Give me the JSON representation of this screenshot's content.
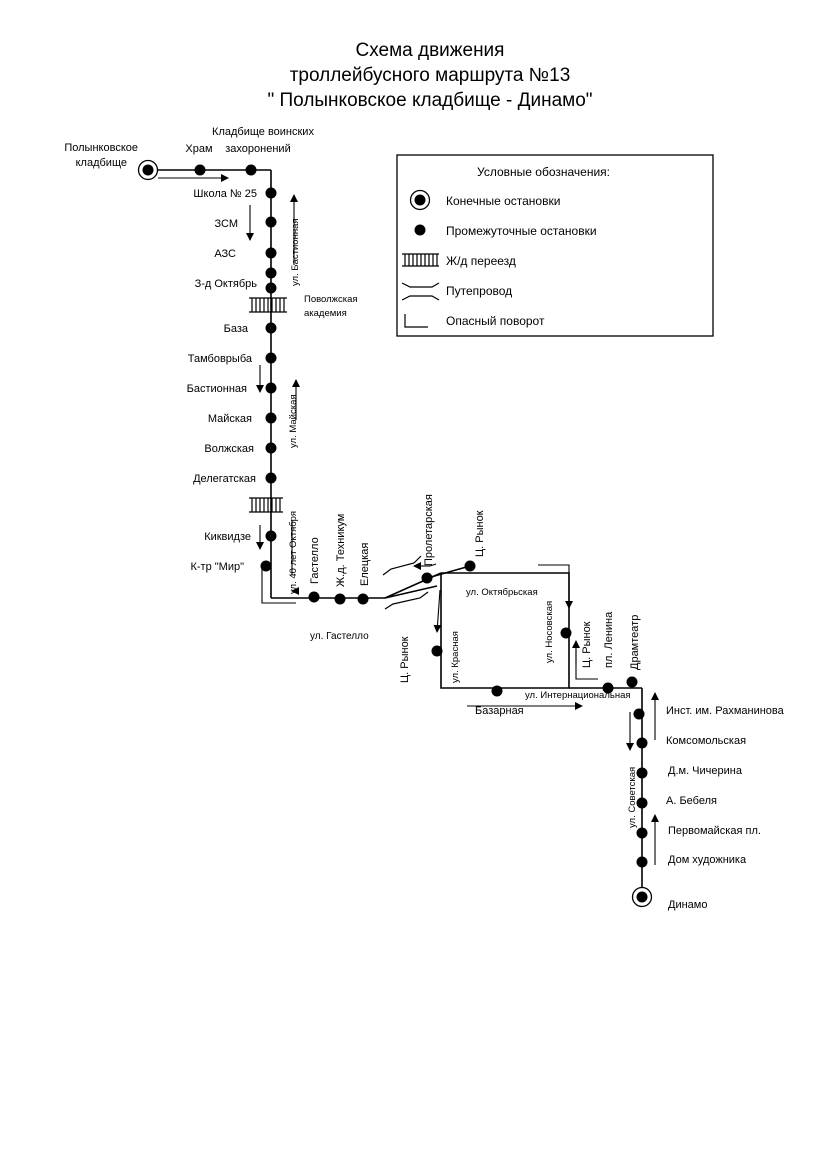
{
  "title": {
    "line1": "Схема движения",
    "line2": "троллейбусного маршрута №13",
    "line3": "\" Полынковское кладбище - Динамо\""
  },
  "legend": {
    "heading": "Условные обозначения:",
    "terminal": "Конечные остановки",
    "intermediate": "Промежуточные остановки",
    "railway": "Ж/д переезд",
    "overpass": "Путепровод",
    "danger_turn": "Опасный поворот"
  },
  "stops": {
    "polynkovskoe_1": "Полынковское",
    "polynkovskoe_2": "кладбище",
    "hram": "Храм",
    "kladbische_voin_1": "Кладбище воинских",
    "kladbische_voin_2": "захоронений",
    "shkola": "Школа № 25",
    "zsm": "ЗСМ",
    "azs": "АЗС",
    "z_d_oktyabr": "З-д Октябрь",
    "povolzh_1": "Поволжская",
    "povolzh_2": "академия",
    "baza": "База",
    "tambovryba": "Тамбоврыба",
    "bastionnaya": "Бастионная",
    "mayskaya": "Майская",
    "volzhskaya": "Волжская",
    "delegatskaya": "Делегатская",
    "kikvidze": "Киквидзе",
    "k_tr_mir": "К-тр \"Мир\"",
    "gastello": "Гастелло",
    "zhd_tekhnikum": "Ж.д. Техникум",
    "eletskaya": "Елецкая",
    "proletarskaya": "Пролетарская",
    "ts_rynok_1": "Ц. Рынок",
    "ts_rynok_2": "Ц. Рынок",
    "ts_rynok_3": "Ц. Рынок",
    "pl_lenina": "пл. Ленина",
    "dramteatr": "Драмтеатр",
    "bazarnaya": "Базарная",
    "rakhmaninov": "Инст. им. Рахманинова",
    "komsomolskaya": "Комсомольская",
    "chicherina": "Д.м. Чичерина",
    "bebelya": "А. Бебеля",
    "pervomayskaya": "Первомайская пл.",
    "dom_khudozhnika": "Дом художника",
    "dinamo": "Динамо"
  },
  "streets": {
    "bastionnaya": "ул. Бастионная",
    "mayskaya": "ул. Майская",
    "sorok_let": "ул. 40 лет Октября",
    "gastello": "ул. Гастелло",
    "oktyabrskaya": "ул. Октябрьская",
    "nosovskaya": "ул. Носовская",
    "krasnaya": "ул. Красная",
    "internatsionalnaya": "ул. Интернациональная",
    "sovetskaya": "ул. Советская"
  }
}
